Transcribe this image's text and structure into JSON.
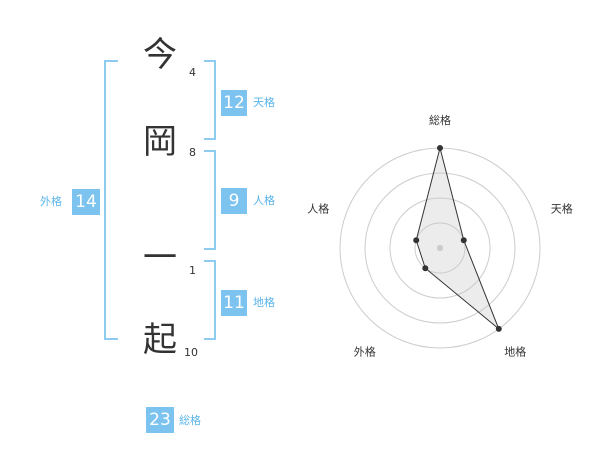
{
  "name": {
    "chars": [
      {
        "char": "今",
        "strokes": "4"
      },
      {
        "char": "岡",
        "strokes": "8"
      },
      {
        "char": "一",
        "strokes": "1"
      },
      {
        "char": "起",
        "strokes": "10"
      }
    ]
  },
  "kaku": {
    "tenkaku": {
      "label": "天格",
      "value": "12"
    },
    "jinkaku": {
      "label": "人格",
      "value": "9"
    },
    "chikaku": {
      "label": "地格",
      "value": "11"
    },
    "gaikaku": {
      "label": "外格",
      "value": "14"
    },
    "soukaku": {
      "label": "総格",
      "value": "23"
    }
  },
  "chart_data": {
    "type": "radar",
    "axes": [
      "総格",
      "天格",
      "地格",
      "外格",
      "人格"
    ],
    "values": [
      4,
      1,
      4,
      1,
      1
    ],
    "max": 4,
    "rings": 4
  },
  "colors": {
    "accent": "#7dc3ef",
    "bracket": "#8ecbf0",
    "label": "#5ab4ea",
    "ring": "#cccccc",
    "point": "#333333"
  }
}
